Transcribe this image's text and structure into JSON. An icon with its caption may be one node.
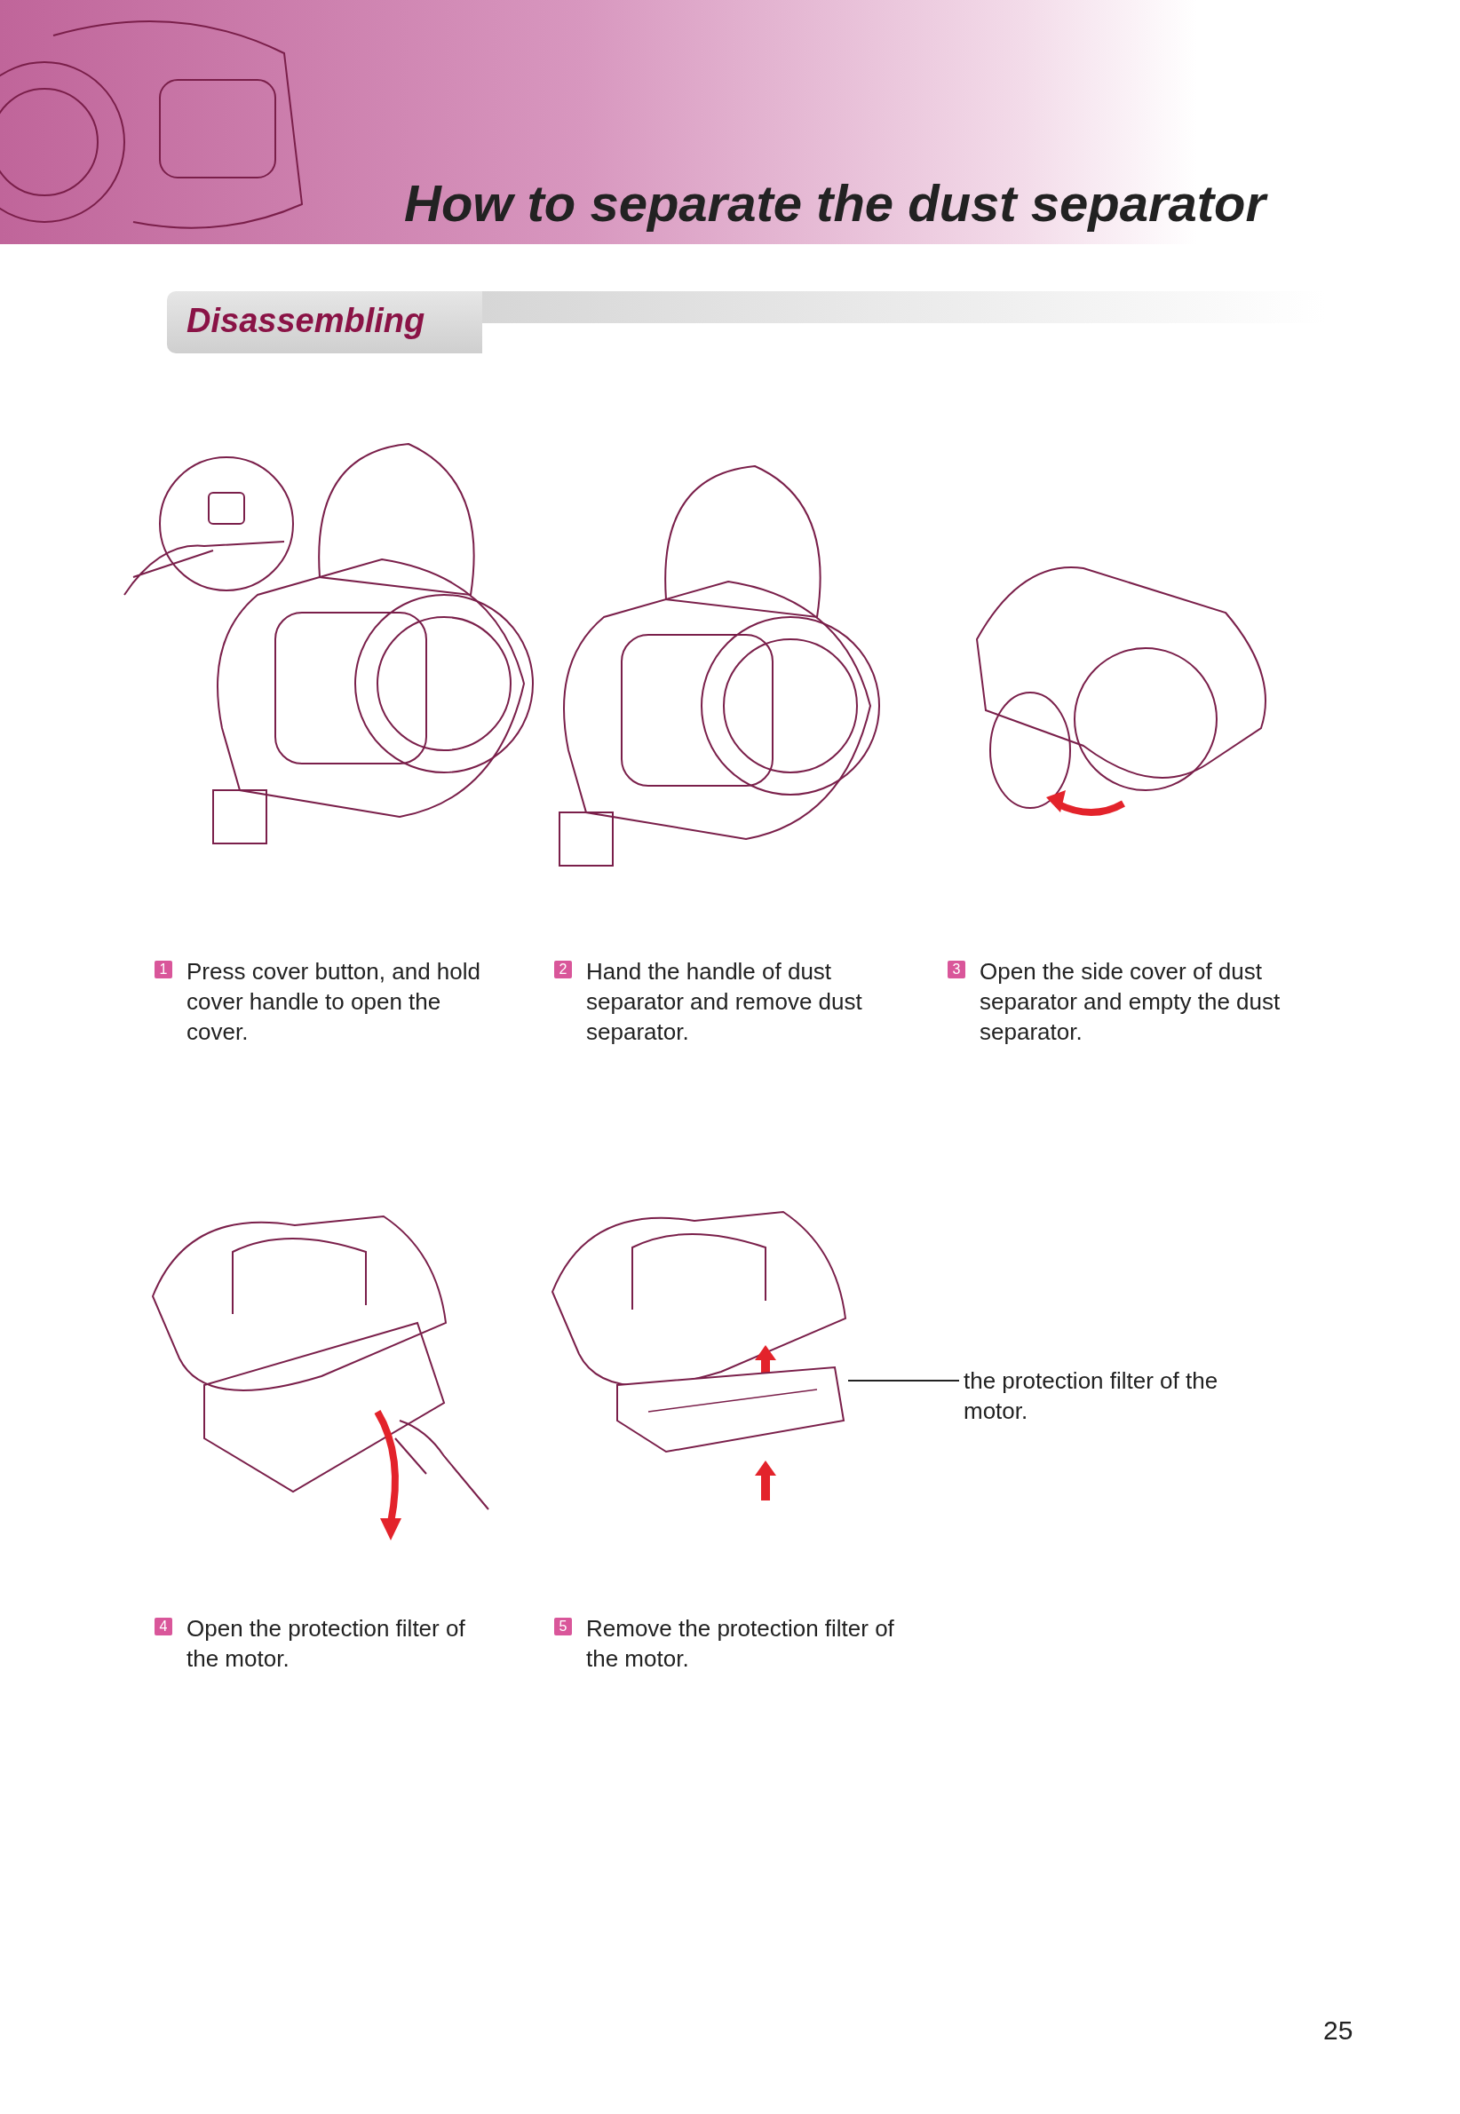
{
  "diagram": {
    "title": "How to separate the dust separator",
    "nodes": [
      {
        "text": [
          "the protection filter of the motor."
        ]
      },
      {
        "text": [],
        "shape": "picture"
      }
    ],
    "edges": [
      {
        "from": 0,
        "to": 1,
        "arrow": "none"
      }
    ],
    "labels": [
      "Disassembling",
      "1",
      "Press cover button, and hold cover handle to open the cover.",
      "2",
      "Hand the handle of dust separator and remove dust separator.",
      "3",
      "Open the side cover of dust separator and empty the dust separator.",
      "4",
      "Open the protection filter of the motor.",
      "5",
      "Remove the protection filter of the motor.",
      "25"
    ]
  }
}
